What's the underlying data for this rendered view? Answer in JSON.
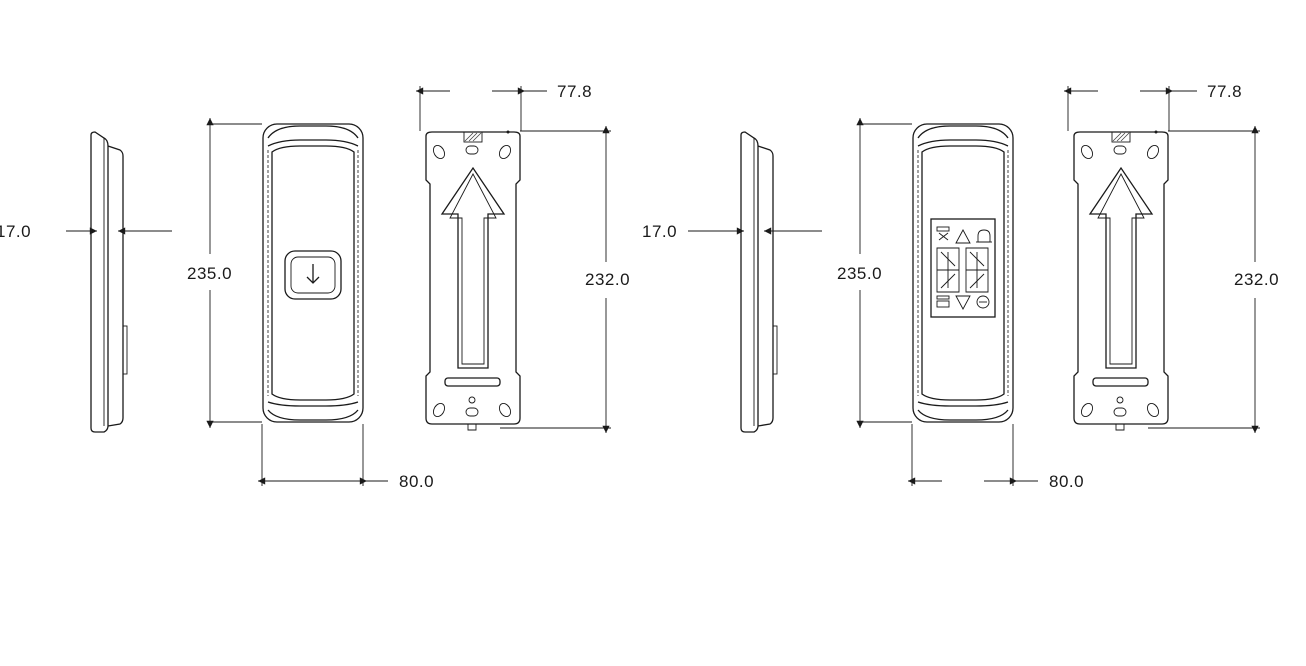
{
  "dimensions": {
    "left_set": {
      "depth": "17.0",
      "height": "235.0",
      "width": "80.0",
      "plate_width": "77.8",
      "plate_height": "232.0"
    },
    "right_set": {
      "depth": "17.0",
      "height": "235.0",
      "width": "80.0",
      "plate_width": "77.8",
      "plate_height": "232.0"
    }
  },
  "icons": {
    "button": "arrow-down-icon",
    "display_up": "triangle-up-icon",
    "display_down": "triangle-down-icon",
    "display_bell": "bell-icon",
    "mount_arrow": "arrow-up-icon"
  },
  "colors": {
    "line": "#1a1a1a",
    "background": "#ffffff"
  }
}
